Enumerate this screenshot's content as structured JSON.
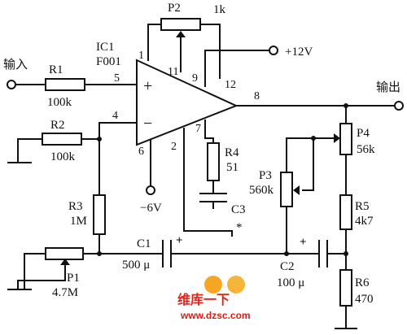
{
  "ic": {
    "ref": "IC1",
    "model": "F001",
    "plus": "+",
    "minus": "−"
  },
  "pins": {
    "p1": "1",
    "p2": "2",
    "p4": "4",
    "p5": "5",
    "p6": "6",
    "p7": "7",
    "p8": "8",
    "p9": "9",
    "p11": "11",
    "p12": "12"
  },
  "supply": {
    "pos": "+12V",
    "neg": "−6V"
  },
  "io": {
    "input": "输入",
    "output": "输出"
  },
  "components": {
    "R1": {
      "ref": "R1",
      "value": "100k"
    },
    "R2": {
      "ref": "R2",
      "value": "100k"
    },
    "R3": {
      "ref": "R3",
      "value": "1M"
    },
    "R4": {
      "ref": "R4",
      "value": "51"
    },
    "R5": {
      "ref": "R5",
      "value": "4k7"
    },
    "R6": {
      "ref": "R6",
      "value": "470"
    },
    "P1": {
      "ref": "P1",
      "value": "4.7M"
    },
    "P2": {
      "ref": "P2",
      "value": "1k"
    },
    "P3": {
      "ref": "P3",
      "value": "560k"
    },
    "P4": {
      "ref": "P4",
      "value": "56k"
    },
    "C1": {
      "ref": "C1",
      "value": "500 μ",
      "polarity": "+"
    },
    "C2": {
      "ref": "C2",
      "value": "100 μ",
      "polarity": "+"
    },
    "C3": {
      "ref": "C3",
      "note": "*"
    }
  },
  "watermark": {
    "site_cn": "维库一下",
    "url": "www.dzsc.com"
  }
}
